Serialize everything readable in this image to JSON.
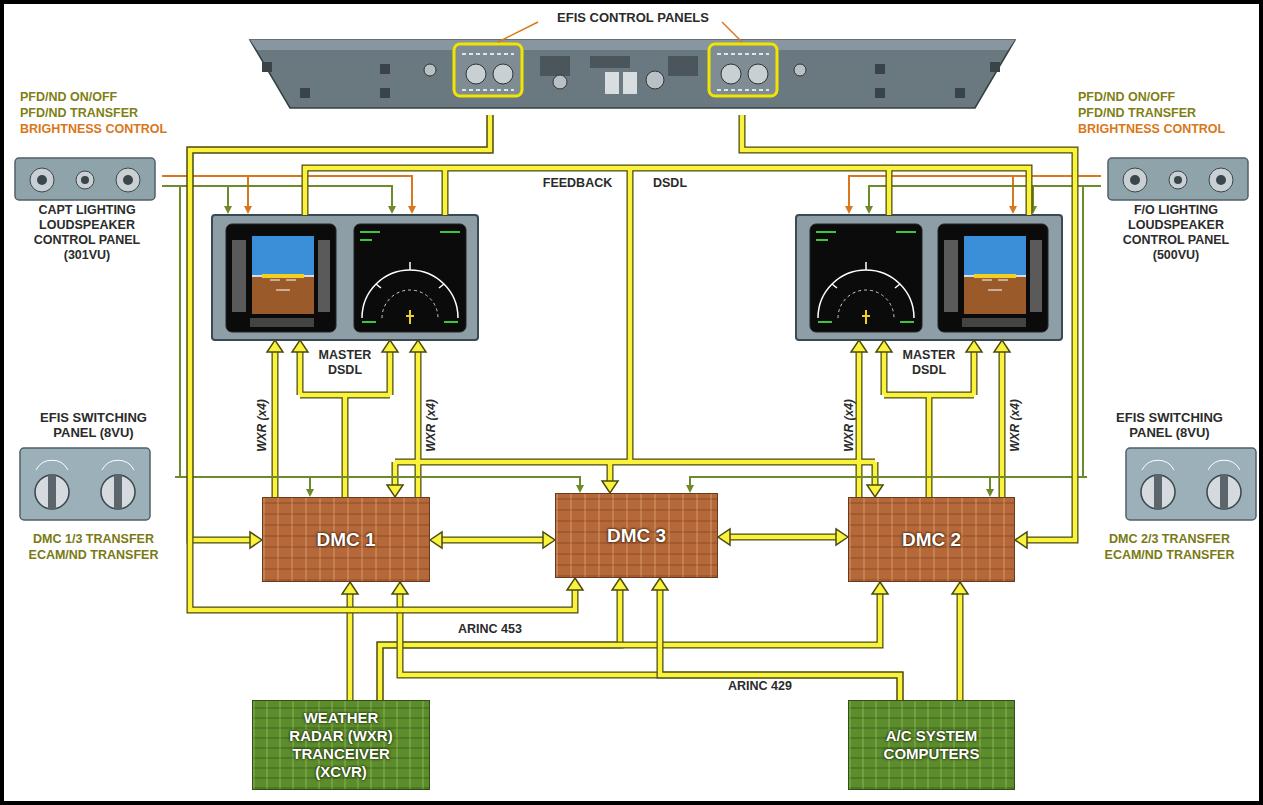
{
  "diagram": {
    "nodes": [
      {
        "text": [
          "EFIS CONTROL PANELS"
        ]
      },
      {
        "text": [
          "CAPT LIGHTING LOUDSPEAKER CONTROL PANEL (301VU)"
        ]
      },
      {
        "text": [
          "F/O LIGHTING LOUDSPEAKER CONTROL PANEL (500VU)"
        ]
      },
      {
        "text": [
          "EFIS SWITCHING PANEL (8VU)",
          "DMC 1/3 TRANSFER",
          "ECAM/ND TRANSFER"
        ]
      },
      {
        "text": [
          "EFIS SWITCHING PANEL (8VU)",
          "DMC 2/3 TRANSFER",
          "ECAM/ND TRANSFER"
        ]
      },
      {
        "text": [
          "DMC 1"
        ]
      },
      {
        "text": [
          "DMC 3"
        ]
      },
      {
        "text": [
          "DMC 2"
        ]
      },
      {
        "text": [
          "WEATHER RADAR (WXR) TRANCEIVER (XCVR)"
        ]
      },
      {
        "text": [
          "A/C SYSTEM COMPUTERS"
        ]
      }
    ],
    "edges": [
      {
        "from": 8,
        "to": 5,
        "arrow": "to"
      },
      {
        "from": 8,
        "to": 6,
        "arrow": "to"
      },
      {
        "from": 8,
        "to": 7,
        "arrow": "to"
      },
      {
        "from": 9,
        "to": 5,
        "arrow": "to"
      },
      {
        "from": 9,
        "to": 6,
        "arrow": "to"
      },
      {
        "from": 9,
        "to": 7,
        "arrow": "to"
      },
      {
        "from": 5,
        "to": 6,
        "arrow": "both"
      },
      {
        "from": 6,
        "to": 7,
        "arrow": "both"
      },
      {
        "from": 3,
        "to": 5,
        "arrow": "to"
      },
      {
        "from": 3,
        "to": 6,
        "arrow": "to"
      },
      {
        "from": 4,
        "to": 7,
        "arrow": "to"
      },
      {
        "from": 4,
        "to": 6,
        "arrow": "to"
      },
      {
        "from": 0,
        "to": 5,
        "arrow": "to"
      },
      {
        "from": 0,
        "to": 6,
        "arrow": "to"
      },
      {
        "from": 0,
        "to": 7,
        "arrow": "to"
      }
    ],
    "labels": [
      "PFD/ND ON/OFF",
      "PFD/ND TRANSFER",
      "BRIGHTNESS CONTROL",
      "PFD/ND ON/OFF",
      "PFD/ND TRANSFER",
      "BRIGHTNESS CONTROL",
      "FEEDBACK",
      "DSDL",
      "MASTER DSDL",
      "MASTER DSDL",
      "WXR (x4)",
      "WXR (x4)",
      "WXR (x4)",
      "WXR (x4)",
      "ARINC 453",
      "ARINC 429"
    ]
  }
}
